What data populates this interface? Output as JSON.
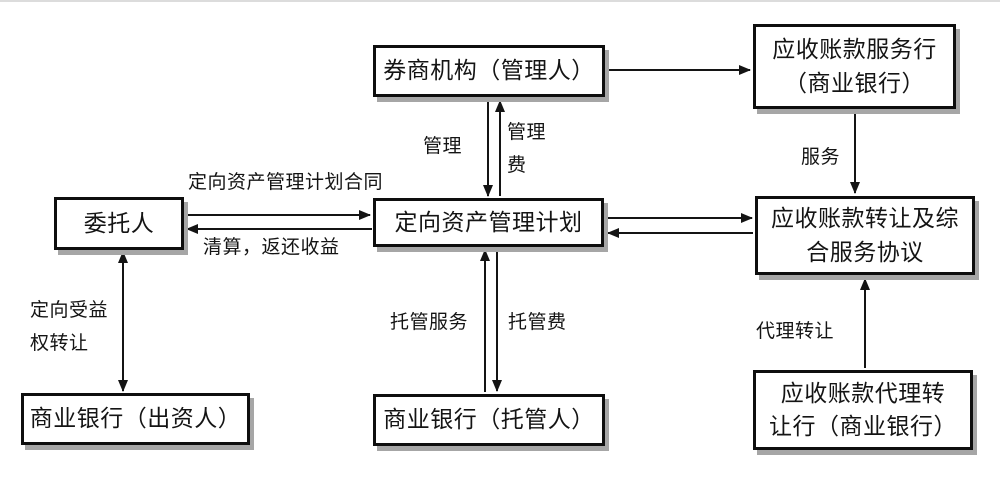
{
  "diagram": {
    "background": "#ffffff",
    "box_border_color": "#0e0e0e",
    "box_fill_color": "#ffffff",
    "box_shadow_color": "#a6a6a6",
    "text_color": "#141414",
    "arrow_color": "#141414",
    "nodes": {
      "manager": {
        "label": "券商机构（管理人）"
      },
      "service_bank": {
        "line1": "应收账款服务行",
        "line2": "（商业银行）"
      },
      "principal": {
        "label": "委托人"
      },
      "plan": {
        "label": "定向资产管理计划"
      },
      "agreement": {
        "line1": "应收账款转让及综",
        "line2": "合服务协议"
      },
      "investor": {
        "label": "商业银行（出资人）"
      },
      "custodian": {
        "label": "商业银行（托管人）"
      },
      "agent_bank": {
        "line1": "应收账款代理转",
        "line2": "让行（商业银行）"
      }
    },
    "edge_labels": {
      "manage": "管理",
      "manage_fee": "管理费",
      "service": "服务",
      "plan_contract": "定向资产管理计划合同",
      "liquidation_return": "清算，返还收益",
      "beneficiary_transfer": "定向受益权转让",
      "custody_service": "托管服务",
      "custody_fee": "托管费",
      "agent_transfer": "代理转让"
    },
    "edges": [
      {
        "from": "券商机构（管理人）",
        "to": "应收账款服务行（商业银行）",
        "label": "",
        "direction": "one-way"
      },
      {
        "from": "券商机构（管理人）",
        "to": "定向资产管理计划",
        "label": "管理",
        "direction": "one-way"
      },
      {
        "from": "定向资产管理计划",
        "to": "券商机构（管理人）",
        "label": "管理费",
        "direction": "one-way"
      },
      {
        "from": "应收账款服务行（商业银行）",
        "to": "应收账款转让及综合服务协议",
        "label": "服务",
        "direction": "one-way"
      },
      {
        "from": "委托人",
        "to": "定向资产管理计划",
        "label": "定向资产管理计划合同",
        "direction": "one-way"
      },
      {
        "from": "定向资产管理计划",
        "to": "委托人",
        "label": "清算，返还收益",
        "direction": "one-way"
      },
      {
        "from": "委托人",
        "to": "商业银行（出资人）",
        "label": "定向受益权转让",
        "direction": "two-way"
      },
      {
        "from": "定向资产管理计划",
        "to": "应收账款转让及综合服务协议",
        "label": "",
        "direction": "one-way"
      },
      {
        "from": "应收账款转让及综合服务协议",
        "to": "定向资产管理计划",
        "label": "",
        "direction": "one-way"
      },
      {
        "from": "商业银行（托管人）",
        "to": "定向资产管理计划",
        "label": "托管服务",
        "direction": "one-way"
      },
      {
        "from": "定向资产管理计划",
        "to": "商业银行（托管人）",
        "label": "托管费",
        "direction": "one-way"
      },
      {
        "from": "应收账款代理转让行（商业银行）",
        "to": "应收账款转让及综合服务协议",
        "label": "代理转让",
        "direction": "one-way"
      }
    ]
  }
}
